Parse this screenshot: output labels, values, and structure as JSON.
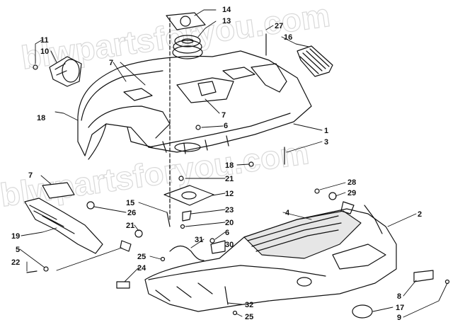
{
  "watermark": "blwpartsforyou.com",
  "callouts": [
    {
      "id": "c14",
      "text": "14"
    },
    {
      "id": "c13",
      "text": "13"
    },
    {
      "id": "c27",
      "text": "27"
    },
    {
      "id": "c16",
      "text": "16"
    },
    {
      "id": "c11",
      "text": "11"
    },
    {
      "id": "c10",
      "text": "10"
    },
    {
      "id": "c7a",
      "text": "7"
    },
    {
      "id": "c18a",
      "text": "18"
    },
    {
      "id": "c7b",
      "text": "7"
    },
    {
      "id": "c6a",
      "text": "6"
    },
    {
      "id": "c1",
      "text": "1"
    },
    {
      "id": "c3",
      "text": "3"
    },
    {
      "id": "c18b",
      "text": "18"
    },
    {
      "id": "c7c",
      "text": "7"
    },
    {
      "id": "c21a",
      "text": "21"
    },
    {
      "id": "c12",
      "text": "12"
    },
    {
      "id": "c28",
      "text": "28"
    },
    {
      "id": "c29",
      "text": "29"
    },
    {
      "id": "c15",
      "text": "15"
    },
    {
      "id": "c26",
      "text": "26"
    },
    {
      "id": "c23",
      "text": "23"
    },
    {
      "id": "c4",
      "text": "4"
    },
    {
      "id": "c2",
      "text": "2"
    },
    {
      "id": "c21b",
      "text": "21"
    },
    {
      "id": "c20",
      "text": "20"
    },
    {
      "id": "c19",
      "text": "19"
    },
    {
      "id": "c31",
      "text": "31"
    },
    {
      "id": "c6b",
      "text": "6"
    },
    {
      "id": "c30",
      "text": "30"
    },
    {
      "id": "c5",
      "text": "5"
    },
    {
      "id": "c22",
      "text": "22"
    },
    {
      "id": "c25a",
      "text": "25"
    },
    {
      "id": "c24",
      "text": "24"
    },
    {
      "id": "c8",
      "text": "8"
    },
    {
      "id": "c9",
      "text": "9"
    },
    {
      "id": "c32",
      "text": "32"
    },
    {
      "id": "c17",
      "text": "17"
    },
    {
      "id": "c25b",
      "text": "25"
    }
  ],
  "colors": {
    "line": "#111111",
    "watermark": "#d9d9d9",
    "background": "#ffffff"
  }
}
